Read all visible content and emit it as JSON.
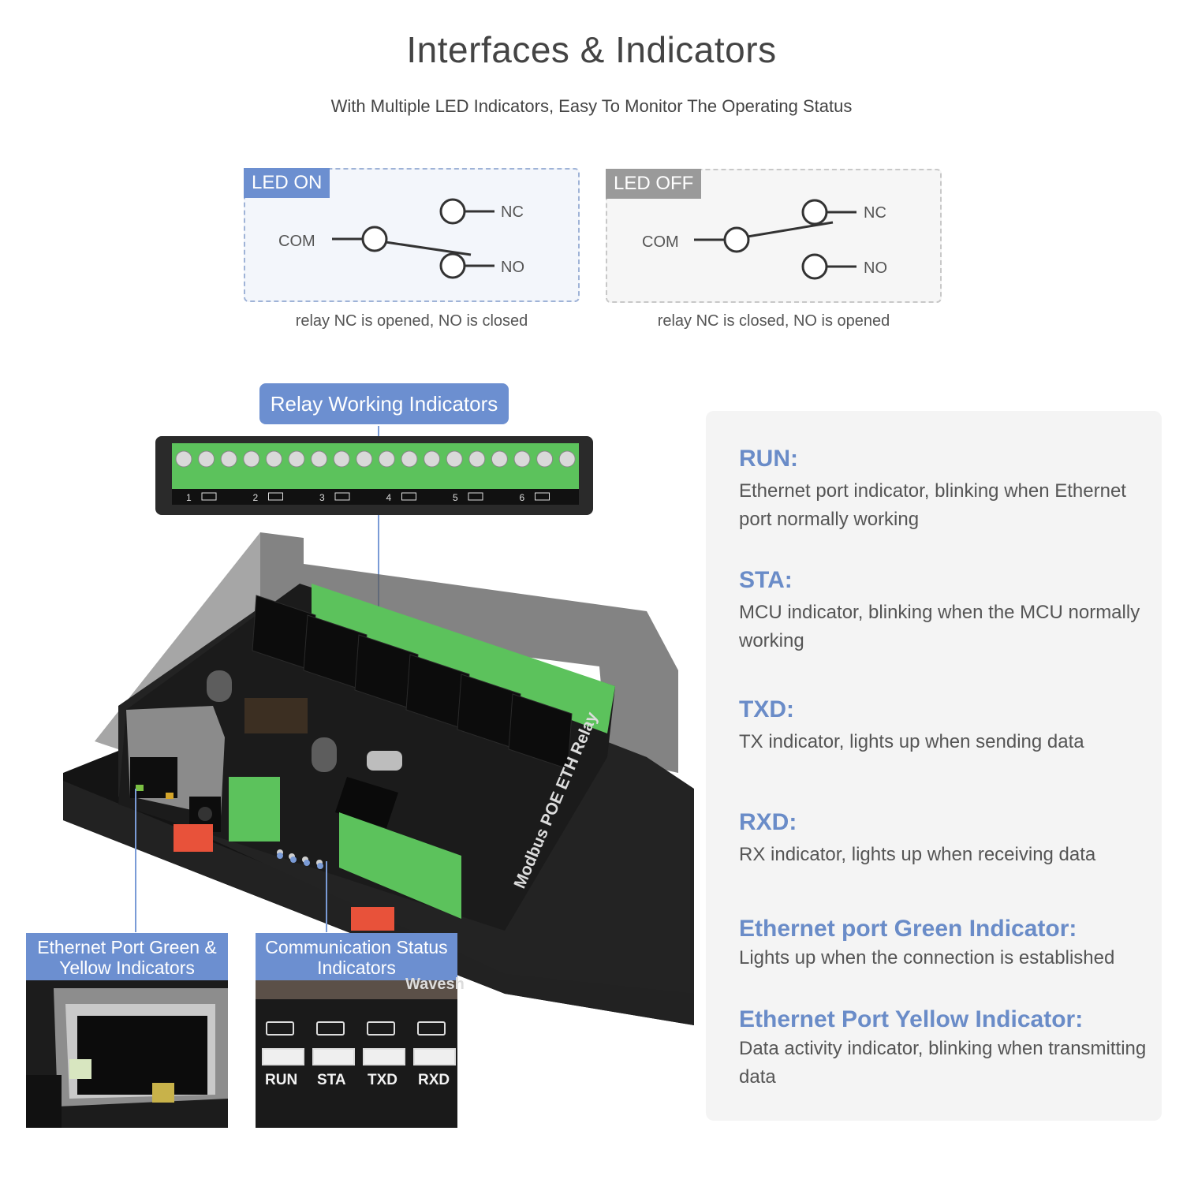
{
  "header": {
    "title": "Interfaces & Indicators",
    "subtitle": "With Multiple LED Indicators, Easy To Monitor The Operating Status"
  },
  "led_on": {
    "tag": "LED ON",
    "com": "COM",
    "nc": "NC",
    "no": "NO",
    "caption": "relay NC is opened, NO is closed"
  },
  "led_off": {
    "tag": "LED OFF",
    "com": "COM",
    "nc": "NC",
    "no": "NO",
    "caption": "relay NC is closed, NO is opened"
  },
  "device": {
    "relay_indicators_label": "Relay Working Indicators",
    "terminal_numbers": [
      "1",
      "2",
      "3",
      "4",
      "5",
      "6"
    ],
    "product_print": "Modbus POE ETH Relay",
    "eth_callout": "Ethernet Port Green & Yellow Indicators",
    "comm_callout": "Communication Status Indicators",
    "comm_leds": [
      "RUN",
      "STA",
      "TXD",
      "RXD"
    ],
    "brand_fragment": "Wavesh"
  },
  "panel": {
    "items": [
      {
        "heading": "RUN:",
        "text": "Ethernet port indicator, blinking when Ethernet port normally working"
      },
      {
        "heading": "STA:",
        "text": "MCU indicator, blinking when the MCU normally working"
      },
      {
        "heading": "TXD:",
        "text": "TX indicator, lights up when sending data"
      },
      {
        "heading": "RXD:",
        "text": "RX indicator, lights up when receiving data"
      },
      {
        "heading": "Ethernet port Green Indicator:",
        "text": "Lights up when the connection is established"
      },
      {
        "heading": "Ethernet Port Yellow Indicator:",
        "text": "Data activity indicator, blinking when transmitting data"
      }
    ]
  },
  "colors": {
    "accent": "#6c8fd0",
    "heading_blue": "#6a8cc8",
    "terminal_green": "#5cc25c",
    "board_black": "#1a1a1a"
  }
}
